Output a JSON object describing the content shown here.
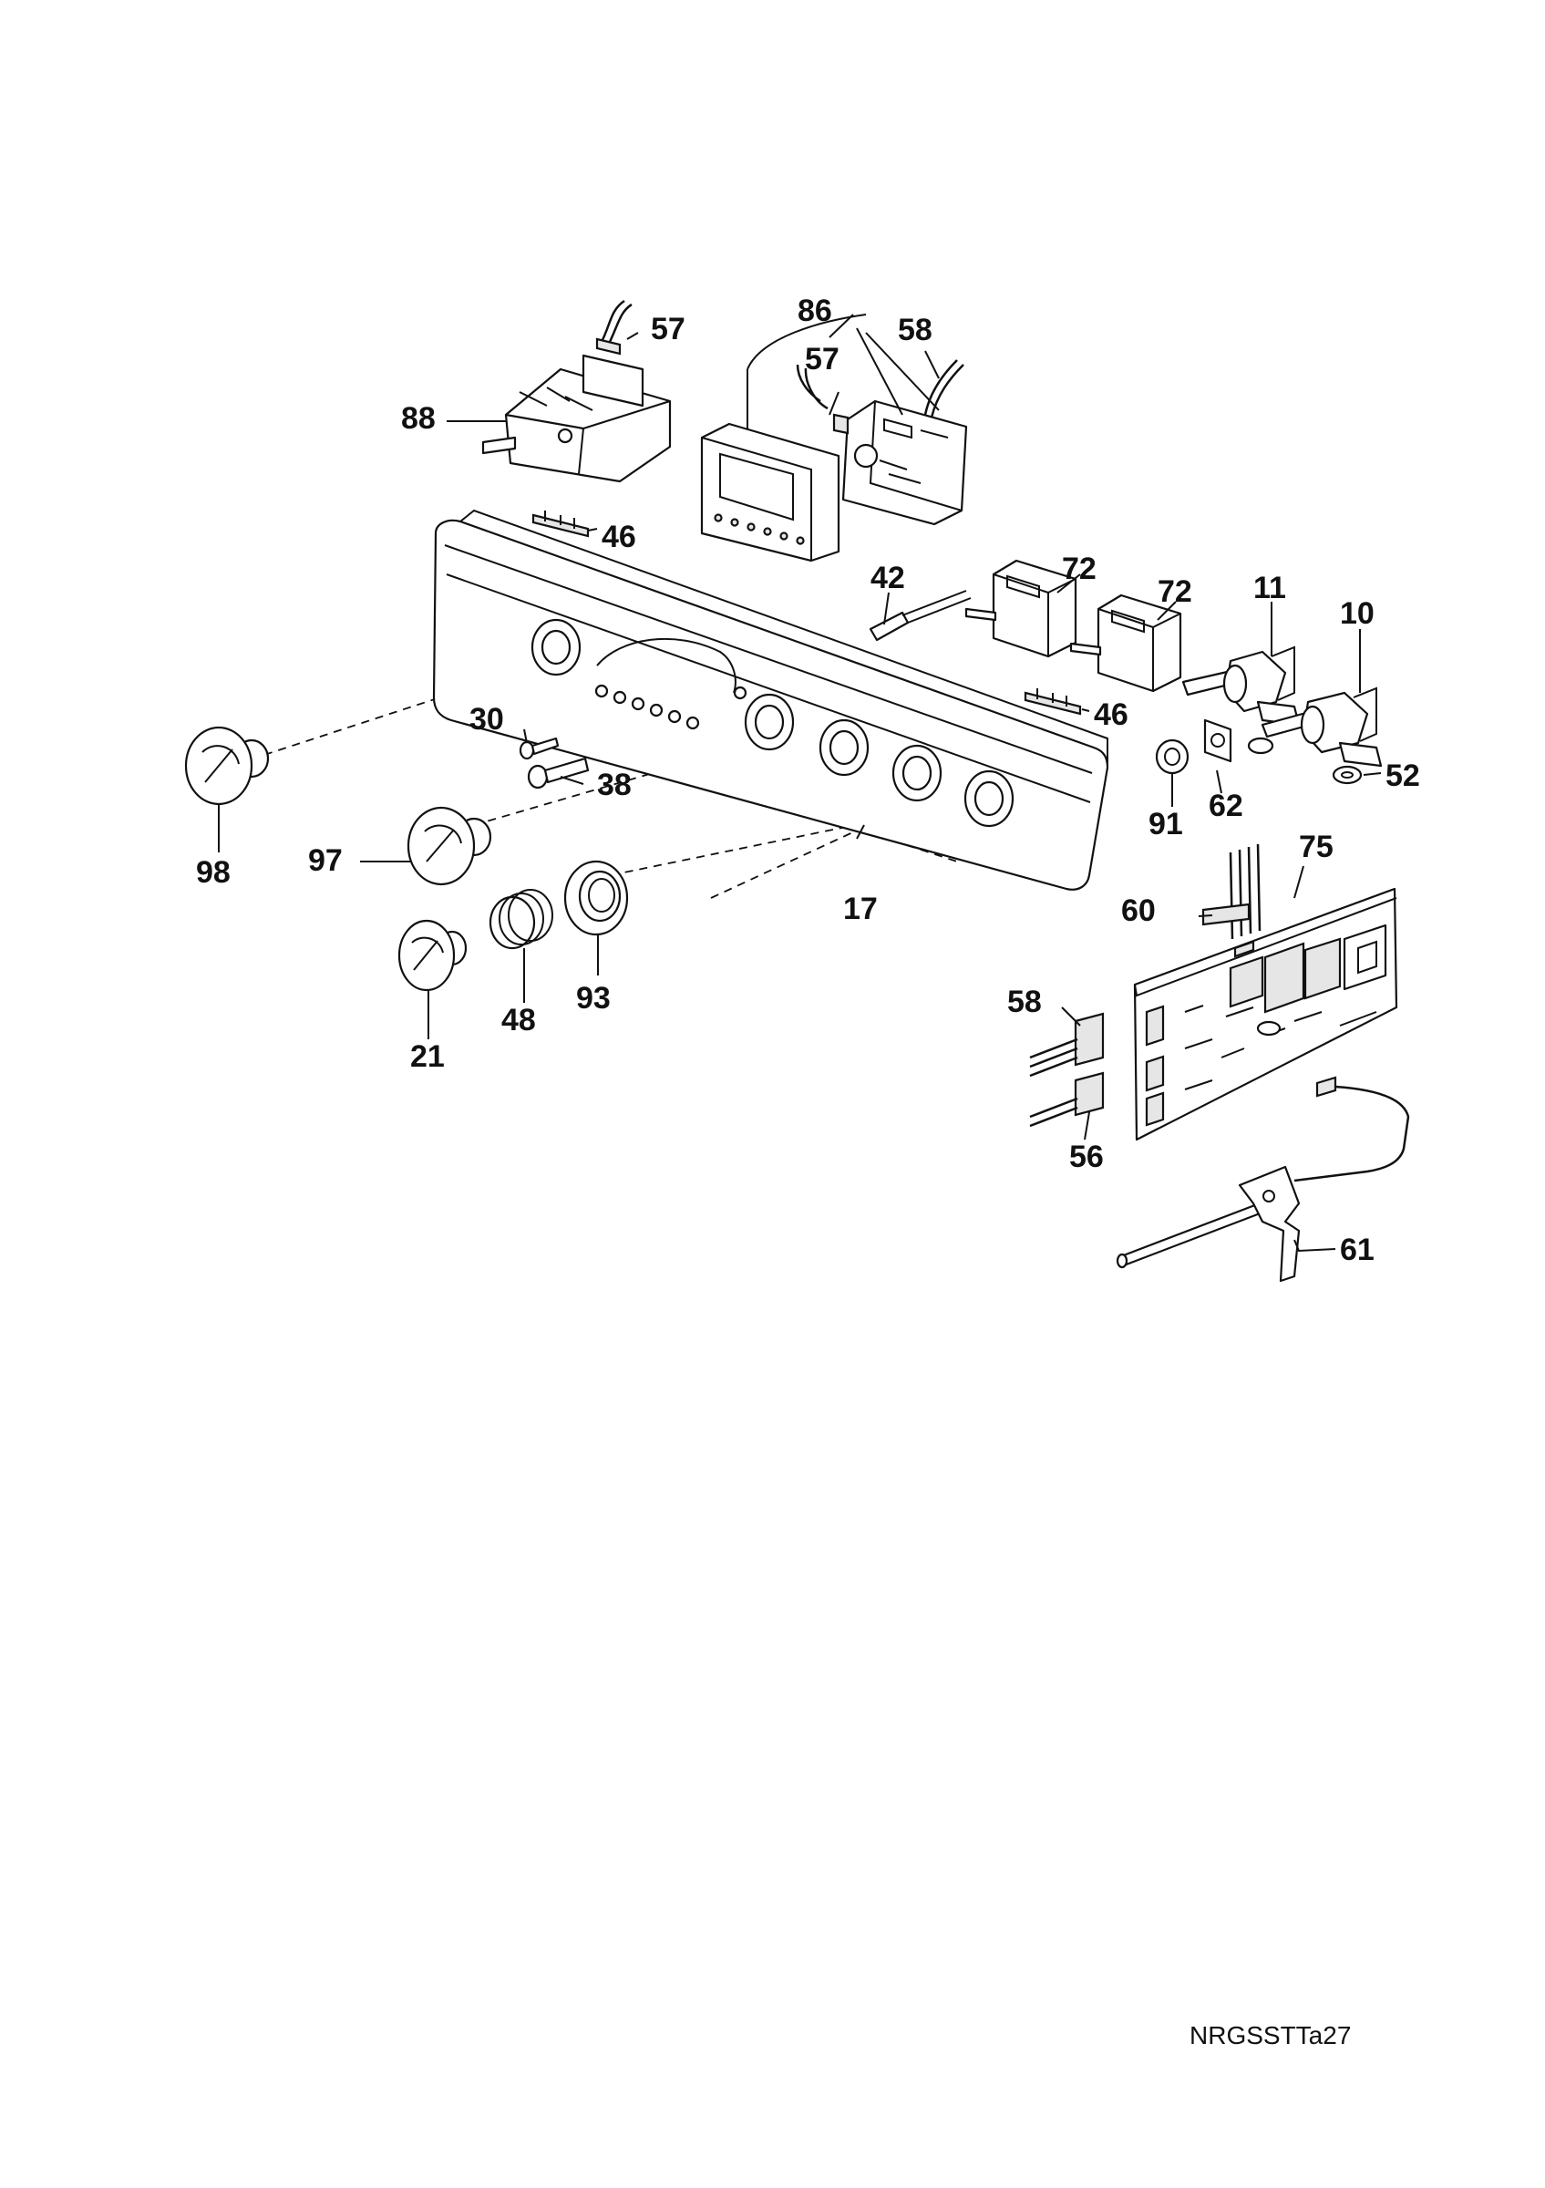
{
  "diagram": {
    "reference_code": "NRGSSTTa27",
    "parts": {
      "p10": "10",
      "p11": "11",
      "p17": "17",
      "p21": "21",
      "p30": "30",
      "p38": "38",
      "p42": "42",
      "p46a": "46",
      "p46b": "46",
      "p48": "48",
      "p52": "52",
      "p56": "56",
      "p57a": "57",
      "p57b": "57",
      "p58a": "58",
      "p58b": "58",
      "p60": "60",
      "p61": "61",
      "p62": "62",
      "p72a": "72",
      "p72b": "72",
      "p75": "75",
      "p86": "86",
      "p88": "88",
      "p91": "91",
      "p93": "93",
      "p97": "97",
      "p98": "98"
    }
  }
}
